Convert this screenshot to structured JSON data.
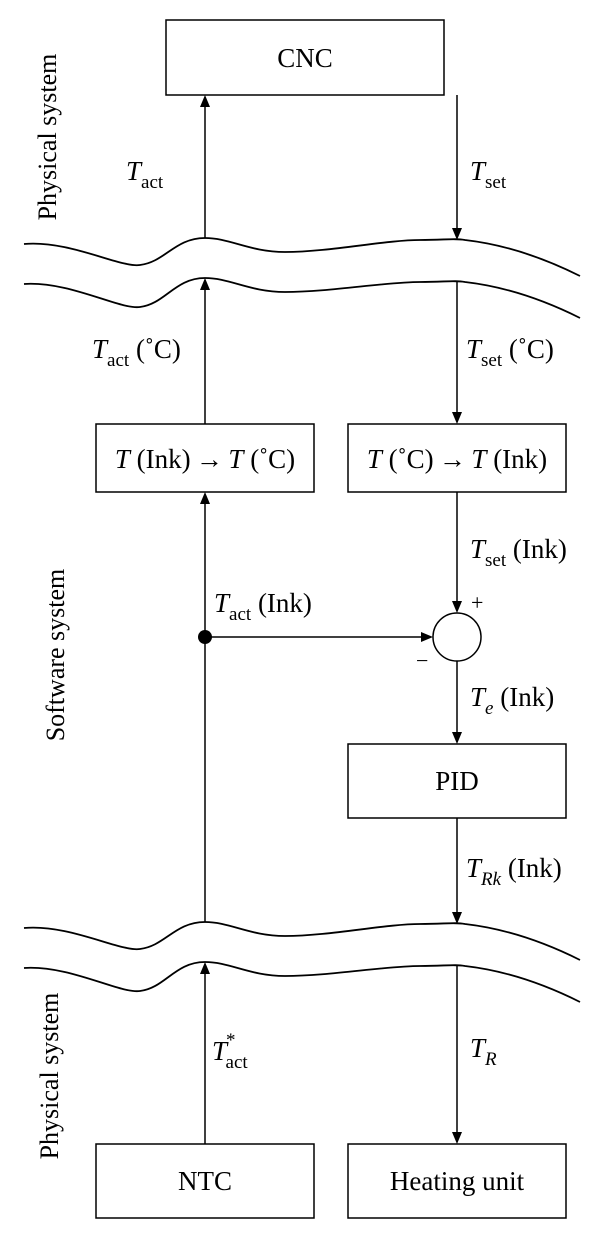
{
  "boxes": {
    "cnc": "CNC",
    "ink_to_c": {
      "a": "T",
      "b": " (Ink) → ",
      "c": "T",
      "d": " (˚C)"
    },
    "c_to_ink": {
      "a": "T",
      "b": " (˚C) → ",
      "c": "T",
      "d": " (Ink)"
    },
    "pid": "PID",
    "ntc": "NTC",
    "heating": "Heating unit"
  },
  "side_labels": {
    "top": "Physical system",
    "middle": "Software system",
    "bottom": "Physical system"
  },
  "signals": {
    "t_act": {
      "sym": "T",
      "sub": "act",
      "suffix": ""
    },
    "t_set": {
      "sym": "T",
      "sub": "set",
      "suffix": ""
    },
    "t_act_c": {
      "sym": "T",
      "sub": "act",
      "suffix": " (˚C)"
    },
    "t_set_c": {
      "sym": "T",
      "sub": "set",
      "suffix": " (˚C)"
    },
    "t_set_ink": {
      "sym": "T",
      "sub": "set",
      "suffix": " (Ink)"
    },
    "t_act_ink": {
      "sym": "T",
      "sub": "act",
      "suffix": " (Ink)"
    },
    "t_e_ink": {
      "sym": "T",
      "sub": "e",
      "suffix": " (Ink)"
    },
    "t_rk_ink": {
      "sym": "T",
      "sub": "Rk",
      "suffix": " (Ink)"
    },
    "t_act_star": {
      "sym": "T",
      "sub": "act",
      "sup": "*"
    },
    "t_r": {
      "sym": "T",
      "sub": "R"
    }
  },
  "summing": {
    "plus": "+",
    "minus": "−"
  }
}
